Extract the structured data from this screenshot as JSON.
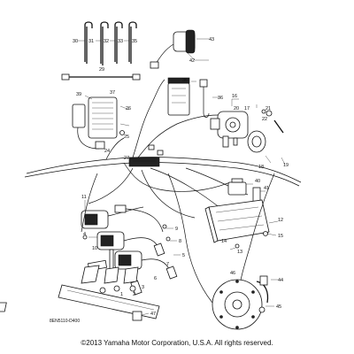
{
  "diagram_code": "8EN5110-D400",
  "copyright": "©2013 Yamaha Motor Corporation, U.S.A. All rights reserved.",
  "callouts": [
    "1",
    "2",
    "3",
    "4",
    "5",
    "6",
    "7",
    "8",
    "9",
    "10",
    "11",
    "12",
    "13",
    "14",
    "15",
    "16",
    "17",
    "18",
    "19",
    "20",
    "21",
    "22",
    "24",
    "25",
    "26",
    "27",
    "29",
    "30",
    "31",
    "32",
    "33",
    "35",
    "36",
    "37",
    "39",
    "40",
    "41",
    "42",
    "43",
    "44",
    "45",
    "46",
    "47"
  ]
}
